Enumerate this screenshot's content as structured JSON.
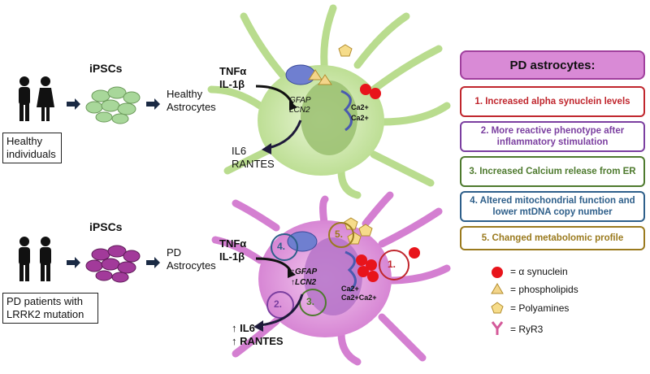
{
  "healthy": {
    "group_label": "Healthy individuals",
    "ipsc_label": "iPSCs",
    "astro_label": "Healthy Astrocytes",
    "stim": [
      "TNFα",
      "IL-1β"
    ],
    "genes": [
      "GFAP",
      "LCN2"
    ],
    "cytokines": [
      "IL6",
      "RANTES"
    ],
    "ca": [
      "Ca2+",
      "Ca2+"
    ]
  },
  "pd": {
    "group_label": "PD patients with LRRK2 mutation",
    "ipsc_label": "iPSCs",
    "astro_label": "PD Astrocytes",
    "stim": [
      "TNFα",
      "IL-1β"
    ],
    "genes": [
      "GFAP",
      "LCN2"
    ],
    "cytokines": [
      "IL6",
      "RANTES"
    ],
    "ca": [
      "Ca2+",
      "Ca2+",
      "Ca2+"
    ],
    "markers": [
      "1.",
      "2.",
      "3.",
      "4.",
      "5."
    ]
  },
  "panel": {
    "title": "PD astrocytes:",
    "findings": [
      {
        "text": "1.   Increased alpha synuclein levels",
        "color": "#c0262d"
      },
      {
        "text": "2. More reactive phenotype after inflammatory stimulation",
        "color": "#7b3fa0"
      },
      {
        "text": "3. Increased Calcium release from ER",
        "color": "#4e7a2e"
      },
      {
        "text": "4. Altered mitochondrial function and lower mtDNA copy number",
        "color": "#2e5f8a"
      },
      {
        "text": "5. Changed metabolomic profile",
        "color": "#9a7a1e"
      }
    ],
    "header_color": "#d98ad6"
  },
  "legend": [
    {
      "icon": "circle",
      "label": "= α synuclein",
      "color": "#e8141b"
    },
    {
      "icon": "triangle",
      "label": "= phospholipids",
      "color": "#f3d58a"
    },
    {
      "icon": "pentagon",
      "label": "= Polyamines",
      "color": "#f6dc8a"
    },
    {
      "icon": "receptor",
      "label": "= RyR3",
      "color": "#d45a9a"
    }
  ],
  "colors": {
    "healthy_cell": "#c6e3a2",
    "pd_cell": "#dc8fd9",
    "nucleus_healthy": "#9ac070",
    "nucleus_pd": "#b573c8",
    "ipsc_healthy": "#a8d79a",
    "ipsc_pd": "#a23a9a"
  }
}
